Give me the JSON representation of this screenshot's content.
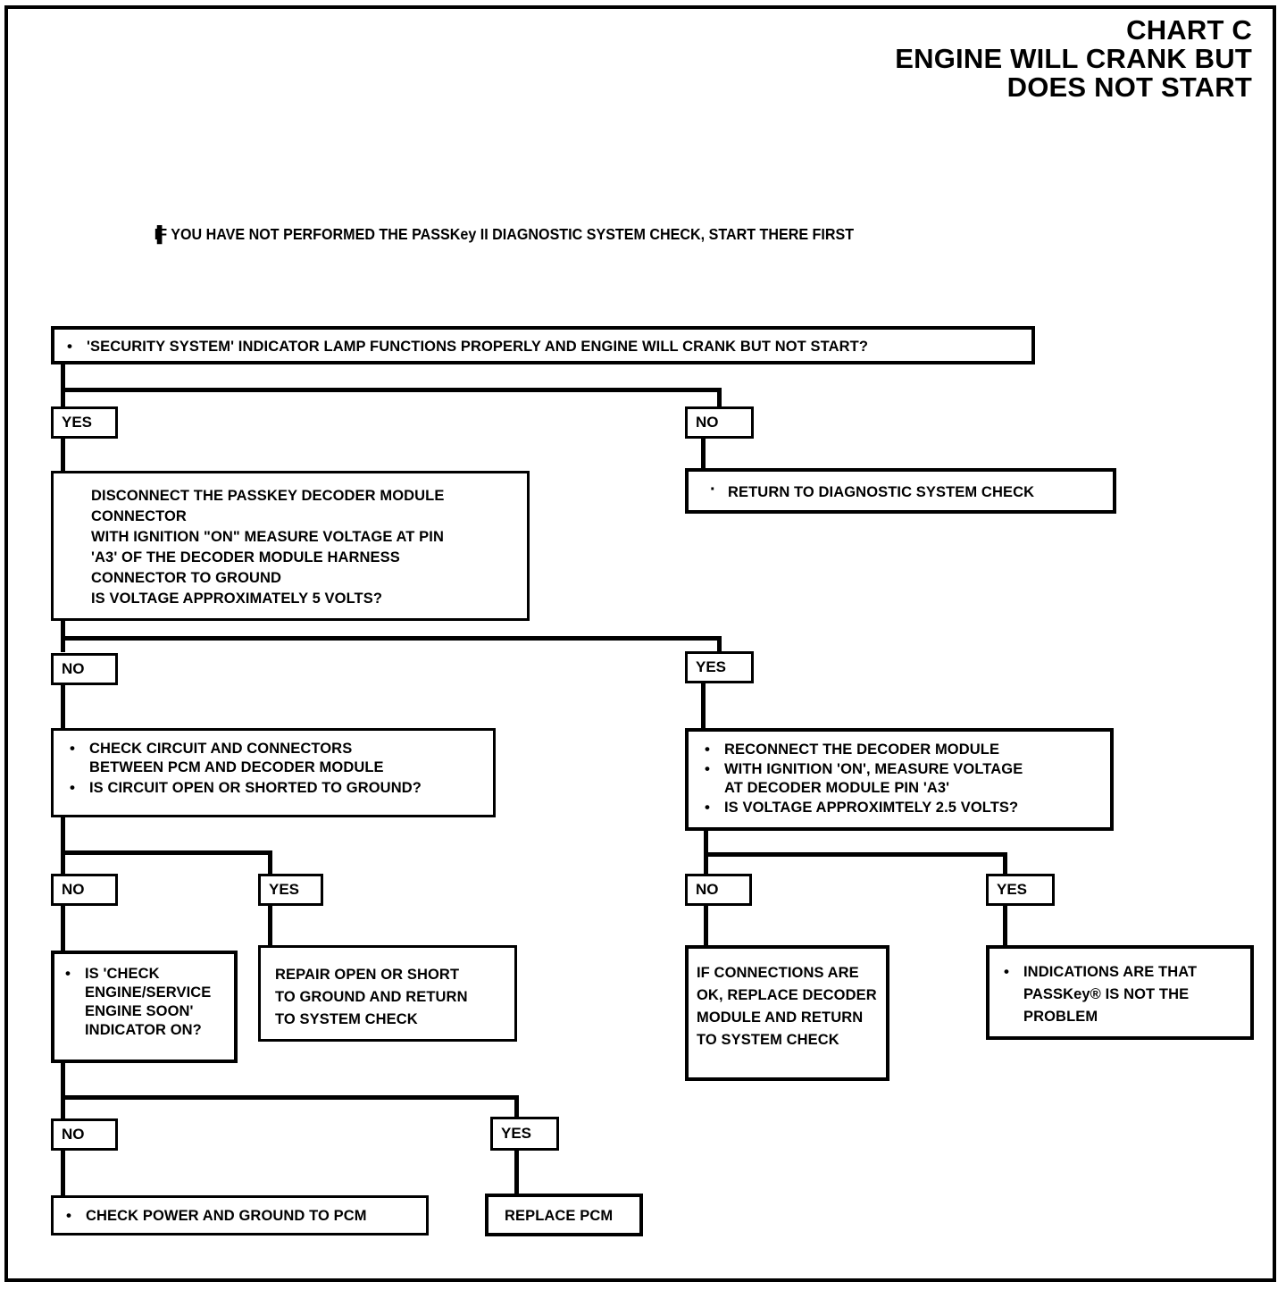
{
  "document": {
    "title_lines": [
      "CHART C",
      "ENGINE WILL CRANK BUT",
      "DOES NOT START"
    ],
    "note": "IF YOU HAVE NOT PERFORMED THE PASSKey II DIAGNOSTIC SYSTEM CHECK, START THERE FIRST"
  },
  "chart_data": {
    "type": "diagram",
    "title": "CHART C - ENGINE WILL CRANK BUT DOES NOT START",
    "nodes": [
      {
        "id": "q1",
        "kind": "question",
        "text": "'SECURITY SYSTEM' INDICATOR LAMP FUNCTIONS PROPERLY AND ENGINE WILL CRANK BUT NOT START?"
      },
      {
        "id": "a_return_check",
        "kind": "action",
        "text": "RETURN TO DIAGNOSTIC SYSTEM CHECK"
      },
      {
        "id": "q2",
        "kind": "question",
        "text": "DISCONNECT THE PASSKEY DECODER MODULE\nCONNECTOR\nWITH IGNITION \"ON\" MEASURE VOLTAGE AT PIN\n'A3' OF THE DECODER MODULE HARNESS\nCONNECTOR TO GROUND\nIS VOLTAGE APPROXIMATELY 5 VOLTS?"
      },
      {
        "id": "q3",
        "kind": "question",
        "lines": [
          "CHECK CIRCUIT AND CONNECTORS\nBETWEEN PCM AND DECODER MODULE",
          "IS CIRCUIT OPEN OR SHORTED TO GROUND?"
        ]
      },
      {
        "id": "q4",
        "kind": "question",
        "lines": [
          "RECONNECT THE DECODER MODULE",
          "WITH IGNITION 'ON', MEASURE VOLTAGE\nAT DECODER MODULE PIN 'A3'",
          "IS VOLTAGE APPROXIMTELY 2.5 VOLTS?"
        ]
      },
      {
        "id": "q5",
        "kind": "question",
        "text": "IS 'CHECK\nENGINE/SERVICE\nENGINE SOON'\nINDICATOR ON?"
      },
      {
        "id": "a_repair_open",
        "kind": "action",
        "text": "REPAIR OPEN OR SHORT\nTO GROUND AND RETURN\nTO SYSTEM CHECK"
      },
      {
        "id": "a_replace_decoder",
        "kind": "action",
        "text": "IF CONNECTIONS ARE\nOK, REPLACE DECODER\nMODULE AND RETURN\nTO SYSTEM CHECK"
      },
      {
        "id": "a_not_problem",
        "kind": "action",
        "text": "INDICATIONS ARE THAT\nPASSKey® IS NOT THE\nPROBLEM"
      },
      {
        "id": "a_check_power",
        "kind": "action",
        "text": "CHECK POWER AND GROUND TO PCM"
      },
      {
        "id": "a_replace_pcm",
        "kind": "action",
        "text": "REPLACE PCM"
      }
    ],
    "branches": [
      {
        "from": "q1",
        "yes": "q2",
        "no": "a_return_check"
      },
      {
        "from": "q2",
        "no": "q3",
        "yes": "q4"
      },
      {
        "from": "q3",
        "no": "q5",
        "yes": "a_repair_open"
      },
      {
        "from": "q4",
        "no": "a_replace_decoder",
        "yes": "a_not_problem"
      },
      {
        "from": "q5",
        "no": "a_check_power",
        "yes": "a_replace_pcm"
      }
    ]
  },
  "labels": {
    "yes": "YES",
    "no": "NO"
  }
}
